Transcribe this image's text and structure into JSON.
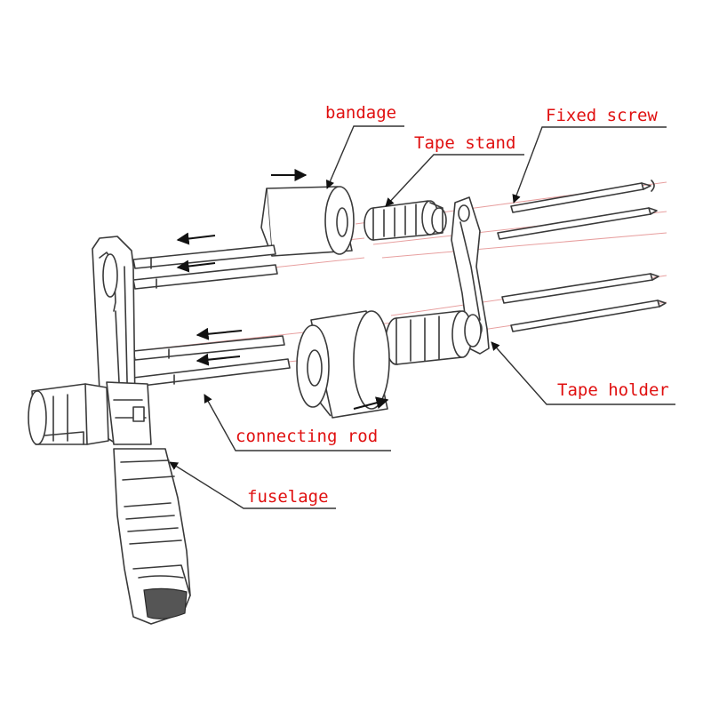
{
  "labels": {
    "bandage": "bandage",
    "tape_stand": "Tape stand",
    "fixed_screw": "Fixed screw",
    "tape_holder": "Tape holder",
    "connecting_rod": "connecting rod",
    "fuselage": "fuselage"
  },
  "colors": {
    "label": "#e01010",
    "line": "#3a3a3a",
    "assembly_axis": "#e08080"
  },
  "icons": {
    "arrow": "arrow-icon"
  }
}
